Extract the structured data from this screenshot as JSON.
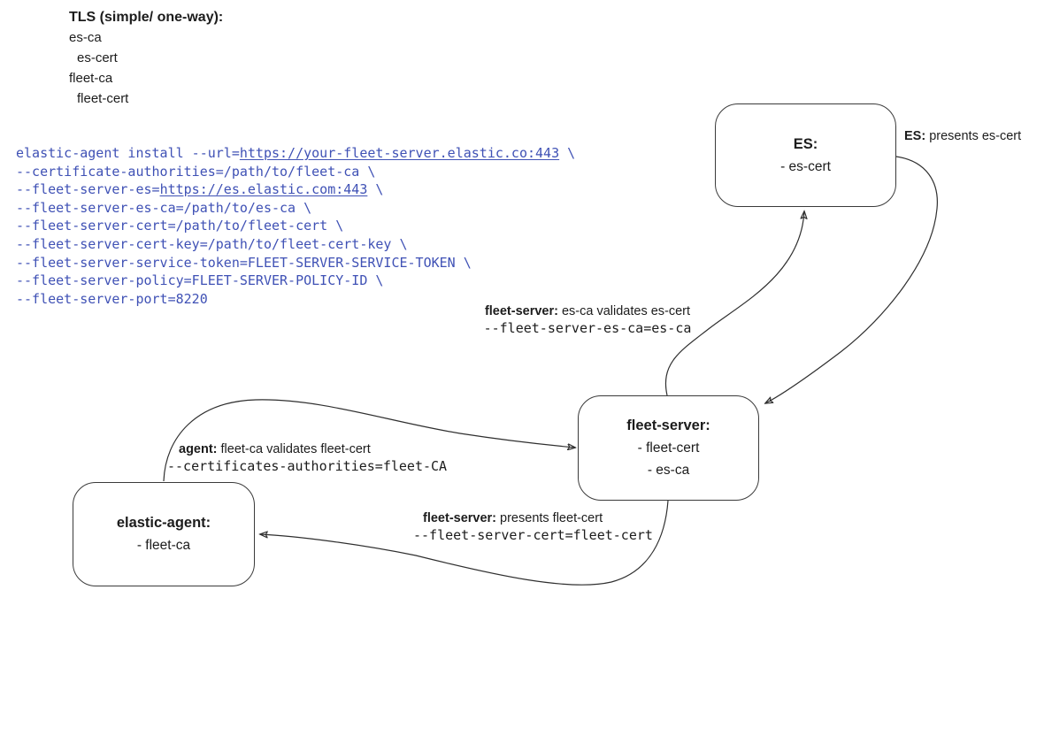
{
  "colors": {
    "command_text": "#3f51b5",
    "edge_stroke": "#2f2f2f",
    "body_text": "#1c1c1c",
    "background": "#ffffff"
  },
  "tls_legend": {
    "title": "TLS (simple/ one-way):",
    "items": [
      {
        "text": "es-ca",
        "indent": false
      },
      {
        "text": "es-cert",
        "indent": true
      },
      {
        "text": "fleet-ca",
        "indent": false
      },
      {
        "text": "fleet-cert",
        "indent": true
      }
    ]
  },
  "command": {
    "lines": [
      [
        {
          "text": "elastic-agent install --url="
        },
        {
          "text": "https://your-fleet-server.elastic.co:443",
          "underline": true
        },
        {
          "text": " \\"
        }
      ],
      [
        {
          "text": "--certificate-authorities=/path/to/fleet-ca \\"
        }
      ],
      [
        {
          "text": "--fleet-server-es="
        },
        {
          "text": "https://es.elastic.com:443",
          "underline": true
        },
        {
          "text": " \\"
        }
      ],
      [
        {
          "text": "--fleet-server-es-ca=/path/to/es-ca \\"
        }
      ],
      [
        {
          "text": "--fleet-server-cert=/path/to/fleet-cert \\"
        }
      ],
      [
        {
          "text": "--fleet-server-cert-key=/path/to/fleet-cert-key \\"
        }
      ],
      [
        {
          "text": "--fleet-server-service-token=FLEET-SERVER-SERVICE-TOKEN \\"
        }
      ],
      [
        {
          "text": "--fleet-server-policy=FLEET-SERVER-POLICY-ID \\"
        }
      ],
      [
        {
          "text": "--fleet-server-port=8220"
        }
      ]
    ]
  },
  "nodes": {
    "es": {
      "title": "ES:",
      "items": [
        "- es-cert"
      ]
    },
    "fleet_server": {
      "title": "fleet-server:",
      "items": [
        "- fleet-cert",
        "- es-ca"
      ]
    },
    "elastic_agent": {
      "title": "elastic-agent:",
      "items": [
        "- fleet-ca"
      ]
    }
  },
  "edge_labels": {
    "es_presents": {
      "bold": "ES:",
      "rest": " presents es-cert"
    },
    "fleet_validates": {
      "bold": "fleet-server:",
      "rest": " es-ca validates es-cert",
      "mono": "--fleet-server-es-ca=es-ca"
    },
    "agent_validates": {
      "bold": "agent:",
      "rest": " fleet-ca validates fleet-cert",
      "mono": "--certificates-authorities=fleet-CA"
    },
    "fleet_presents": {
      "bold": "fleet-server:",
      "rest": " presents fleet-cert",
      "mono": "--fleet-server-cert=fleet-cert"
    }
  }
}
